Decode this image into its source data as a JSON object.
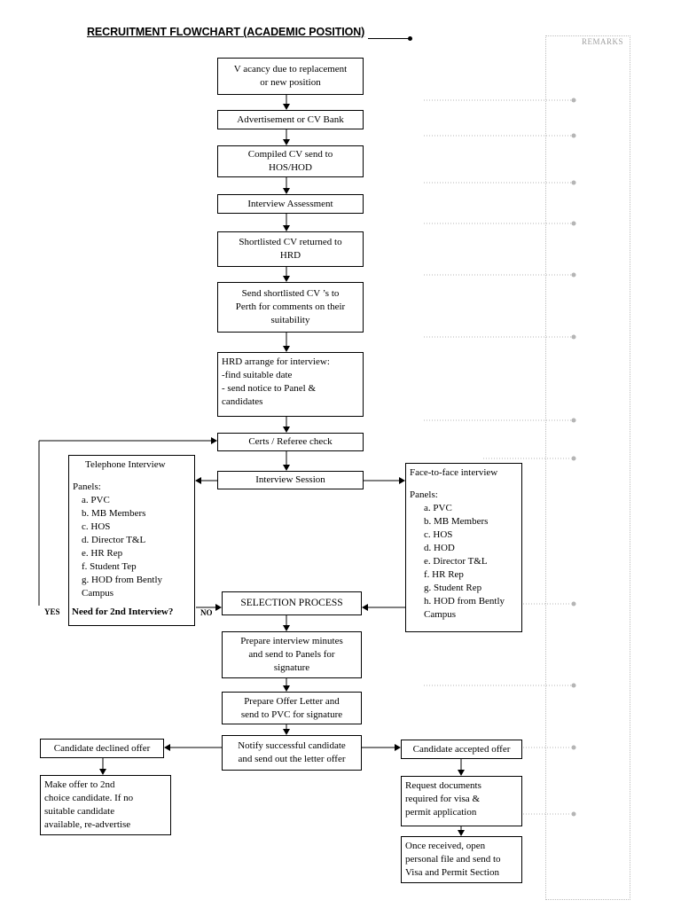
{
  "title": "RECRUITMENT FLOWCHART (ACADEMIC POSITION)",
  "remarks_label": "REMARKS",
  "steps": {
    "vacancy": "V acancy due to replacement\nor new position",
    "advertisement": "Advertisement or CV Bank",
    "compiled_cv": "Compiled CV  send to\nHOS/HOD",
    "interview_assessment": "Interview Assessment",
    "shortlisted_returned": "Shortlisted  CV returned to\nHRD",
    "send_shortlisted": "Send shortlisted CV ’s  to\nPerth for comments on their\nsuitability",
    "hrd_arrange": "HRD arrange for interview:\n-find suitable date\n- send notice to Panel &\n  candidates",
    "certs_check": "Certs / Referee check",
    "interview_session": "Interview Session",
    "selection_process": "SELECTION PROCESS",
    "prepare_minutes": "Prepare interview minutes\nand send to Panels for\nsignature",
    "prepare_offer": "Prepare Offer Letter and\nsend to PVC for signature",
    "notify_candidate": "Notify successful candidate\nand send out the letter offer",
    "declined": "Candidate declined offer",
    "declined_next": "Make offer to 2nd\nchoice candidate. If no\nsuitable candidate\navailable, re-advertise",
    "accepted": "Candidate accepted offer",
    "request_documents": "Request documents\nrequired for visa &\npermit application",
    "open_file": "Once received, open\npersonal file and send to\nVisa and Permit Section"
  },
  "telephone": {
    "title": "Telephone Interview",
    "panels_label": "Panels:",
    "panels": [
      "a. PVC",
      "b. MB Members",
      "c. HOS",
      "d. Director T&L",
      "e. HR Rep",
      "f. Student Tep",
      "g. HOD from Bently\n    Campus"
    ]
  },
  "face_to_face": {
    "title": "Face-to-face interview",
    "panels_label": "Panels:",
    "panels": [
      "a. PVC",
      "b. MB Members",
      "c. HOS",
      "d. HOD",
      "e. Director T&L",
      "f. HR Rep",
      "g. Student Rep",
      "h. HOD from Bently\n    Campus"
    ]
  },
  "decision": {
    "question": "Need for 2nd Interview?",
    "yes": "YES",
    "no": "NO"
  },
  "colors": {
    "line": "#000000",
    "remark_dot": "#b5b5b5",
    "remark_border": "#bdbdbd"
  }
}
